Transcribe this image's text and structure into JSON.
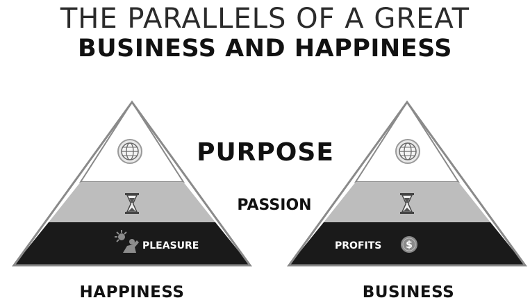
{
  "header": {
    "line1": "THE PARALLELS OF A GREAT",
    "line2": "BUSINESS AND HAPPINESS"
  },
  "levels": {
    "purpose": "PURPOSE",
    "passion": "PASSION"
  },
  "happiness": {
    "title": "HAPPINESS",
    "base_label": "PLEASURE",
    "icons": [
      "globe-icon",
      "hourglass-icon",
      "person-sunshine-icon"
    ]
  },
  "business": {
    "title": "BUSINESS",
    "base_label": "PROFITS",
    "icons": [
      "globe-icon",
      "hourglass-icon",
      "dollar-coin-icon"
    ]
  },
  "colors": {
    "top_band": "#ffffff",
    "middle_band": "#bdbdbd",
    "base_band": "#1a1a1a",
    "outline": "#8a8a8a",
    "text": "#111111"
  }
}
